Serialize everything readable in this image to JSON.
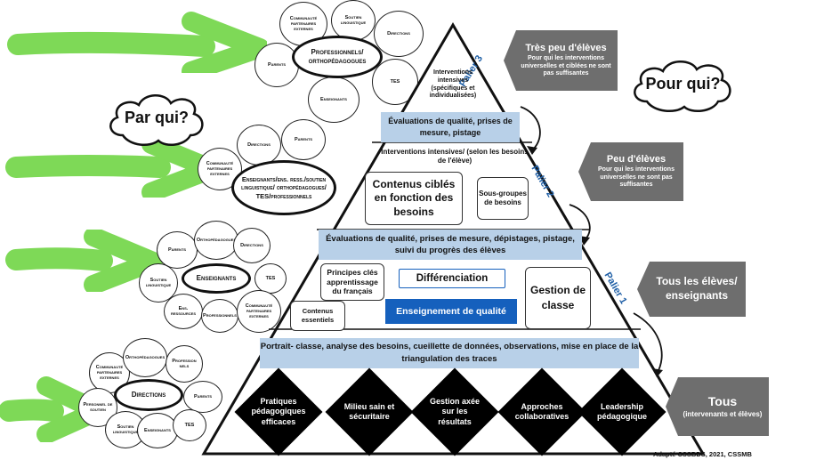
{
  "questions": {
    "par_qui": "Par qui?",
    "pour_qui": "Pour qui?"
  },
  "groups": [
    {
      "hub": "Professionnels/ orthopédagogues",
      "bubbles": [
        "Communauté partenaires externes",
        "Soutien linguistique",
        "Directions",
        "Parents",
        "TES",
        "Enseignants"
      ]
    },
    {
      "hub": "Enseignants/ens. ress./soutien linguistique/ orthopédagogues/ TES/professionnels",
      "bubbles": [
        "Directions",
        "Parents",
        "Communauté partenaires externes"
      ]
    },
    {
      "hub": "Enseignants",
      "bubbles": [
        "Parents",
        "Orthopédagogues",
        "Directions",
        "Soutien linguistique",
        "TES",
        "Ens. ressources",
        "Professionnels",
        "Communauté partenaires externes"
      ]
    },
    {
      "hub": "Directions",
      "bubbles": [
        "Communauté partenaires externes",
        "Orthopédagogues",
        "Profession nels",
        "Personnel de soutien",
        "Parents",
        "Soutien linguistique",
        "Enseignants",
        "TES"
      ]
    }
  ],
  "pyramid": {
    "palier3": "Palier 3",
    "palier2": "Palier 2",
    "palier1": "Palier 1",
    "top_text": "Interventions intensives (spécifiques et individualisées)",
    "band3": "Évaluations de qualité, prises de mesure, pistage",
    "tier2_title": "Interventions intensives/ (selon les besoins de l'élève)",
    "contenus_cibles": "Contenus ciblés en fonction des besoins",
    "sous_groupes": "Sous-groupes de besoins",
    "band2": "Évaluations de qualité, prises de mesure, dépistages, pistage, suivi du progrès des élèves",
    "principes": "Principes clés apprentissage du français",
    "differenciation": "Différenciation",
    "contenus_essentiels": "Contenus essentiels",
    "enseignement": "Enseignement de qualité",
    "gestion": "Gestion de classe",
    "band1": "Portrait- classe, analyse des besoins, cueillette de données, observations, mise en place de la triangulation des traces",
    "foundations": [
      "Pratiques pédagogiques efficaces",
      "Milieu sain et sécuritaire",
      "Gestion axée sur les résultats",
      "Approches collaboratives",
      "Leadership pédagogique"
    ]
  },
  "audiences": [
    {
      "title": "Très peu d'élèves",
      "desc": "Pour qui les interventions universelles et ciblées ne sont pas suffisantes"
    },
    {
      "title": "Peu d'élèves",
      "desc": "Pour qui les interventions universelles ne sont pas suffisantes"
    },
    {
      "title": "Tous les élèves/ enseignants",
      "desc": ""
    },
    {
      "title": "Tous",
      "desc": "(intervenants et élèves)"
    }
  ],
  "credit": "Adapté CSSBDS, 2021, CSSMB",
  "colors": {
    "arrow": "#7ed957",
    "band": "#b8d0e8",
    "palier": "#1f5fa6",
    "gray": "#6e6e6e",
    "enseignement": "#1560bd"
  }
}
